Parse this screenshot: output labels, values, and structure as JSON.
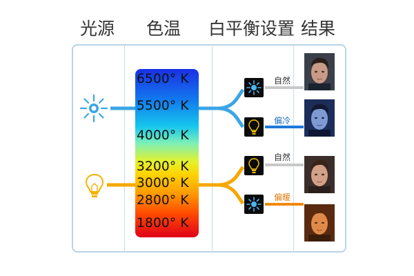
{
  "headers": {
    "light_source": "光源",
    "color_temperature": "色温",
    "white_balance_setting": "白平衡设置",
    "result": "结果"
  },
  "temperatures": [
    {
      "label": "6500° K",
      "value": 6500
    },
    {
      "label": "5500° K",
      "value": 5500
    },
    {
      "label": "4000° K",
      "value": 4000
    },
    {
      "label": "3200° K",
      "value": 3200
    },
    {
      "label": "3000° K",
      "value": 3000
    },
    {
      "label": "2800° K",
      "value": 2800
    },
    {
      "label": "1800° K",
      "value": 1800
    }
  ],
  "sources": [
    {
      "icon": "sun-icon",
      "color": "#3aa6e6",
      "branches": [
        {
          "setting_icon": "sun-icon",
          "label": "自然",
          "label_color": "#333333",
          "line_color": "#c8c8c8",
          "face": "natural-cool"
        },
        {
          "setting_icon": "bulb-icon",
          "label": "偏冷",
          "label_color": "#1f6fc4",
          "line_color": "#1f78d8",
          "face": "bluish"
        }
      ]
    },
    {
      "icon": "bulb-icon",
      "color": "#f5a800",
      "branches": [
        {
          "setting_icon": "bulb-icon",
          "label": "自然",
          "label_color": "#333333",
          "line_color": "#c8c8c8",
          "face": "natural-warm"
        },
        {
          "setting_icon": "sun-icon",
          "label": "偏暖",
          "label_color": "#e07a10",
          "line_color": "#f08a10",
          "face": "orange"
        }
      ]
    }
  ],
  "colors": {
    "frame": "#b9d3e6",
    "daylight_line": "#3aa6e6",
    "tungsten_line": "#f5a800"
  }
}
